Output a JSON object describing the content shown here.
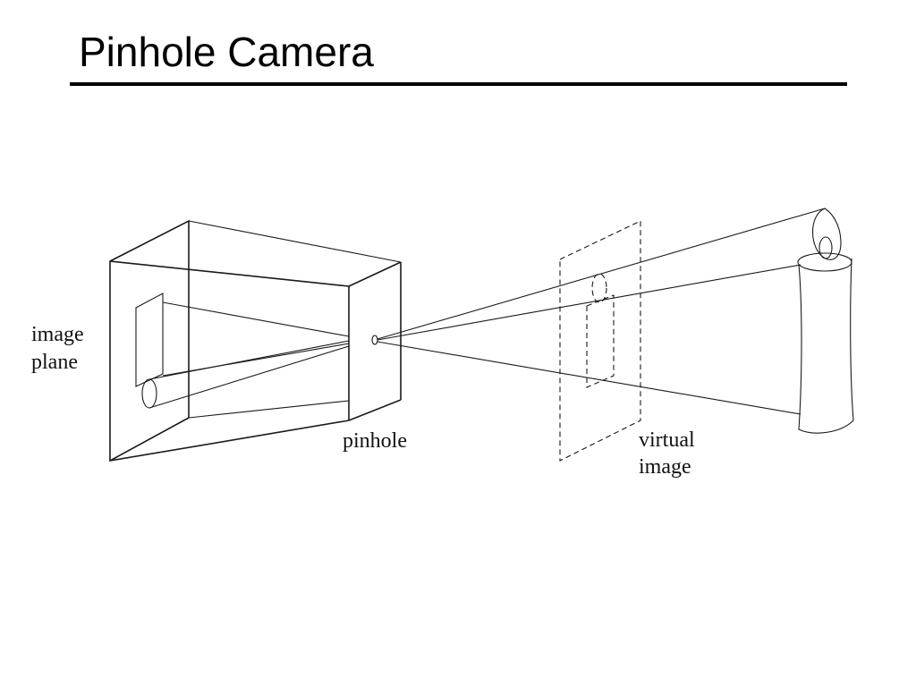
{
  "slide": {
    "title": "Pinhole Camera"
  },
  "diagram": {
    "labels": {
      "image_plane_line1": "image",
      "image_plane_line2": "plane",
      "pinhole": "pinhole",
      "virtual_image_line1": "virtual",
      "virtual_image_line2": "image"
    }
  }
}
